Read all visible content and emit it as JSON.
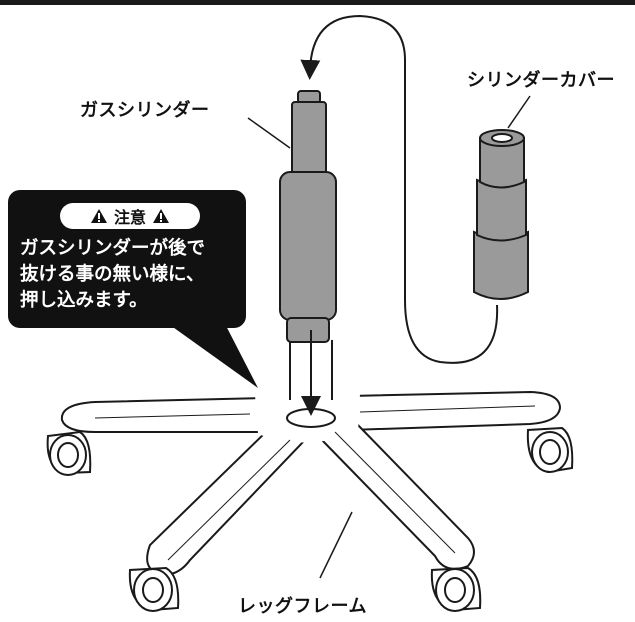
{
  "labels": {
    "gas_cylinder": "ガスシリンダー",
    "cylinder_cover": "シリンダーカバー",
    "leg_frame": "レッグフレーム"
  },
  "caution": {
    "title": "注意",
    "icon": "warning-triangle-icon",
    "lines": [
      "ガスシリンダーが後で",
      "抜ける事の無い様に、",
      "押し込みます。"
    ]
  },
  "colors": {
    "line": "#1a1a1a",
    "cylinder_fill": "#9a9a9a",
    "cover_fill": "#9a9a9a",
    "callout_bg": "#111111",
    "frame_fill": "#ffffff"
  }
}
